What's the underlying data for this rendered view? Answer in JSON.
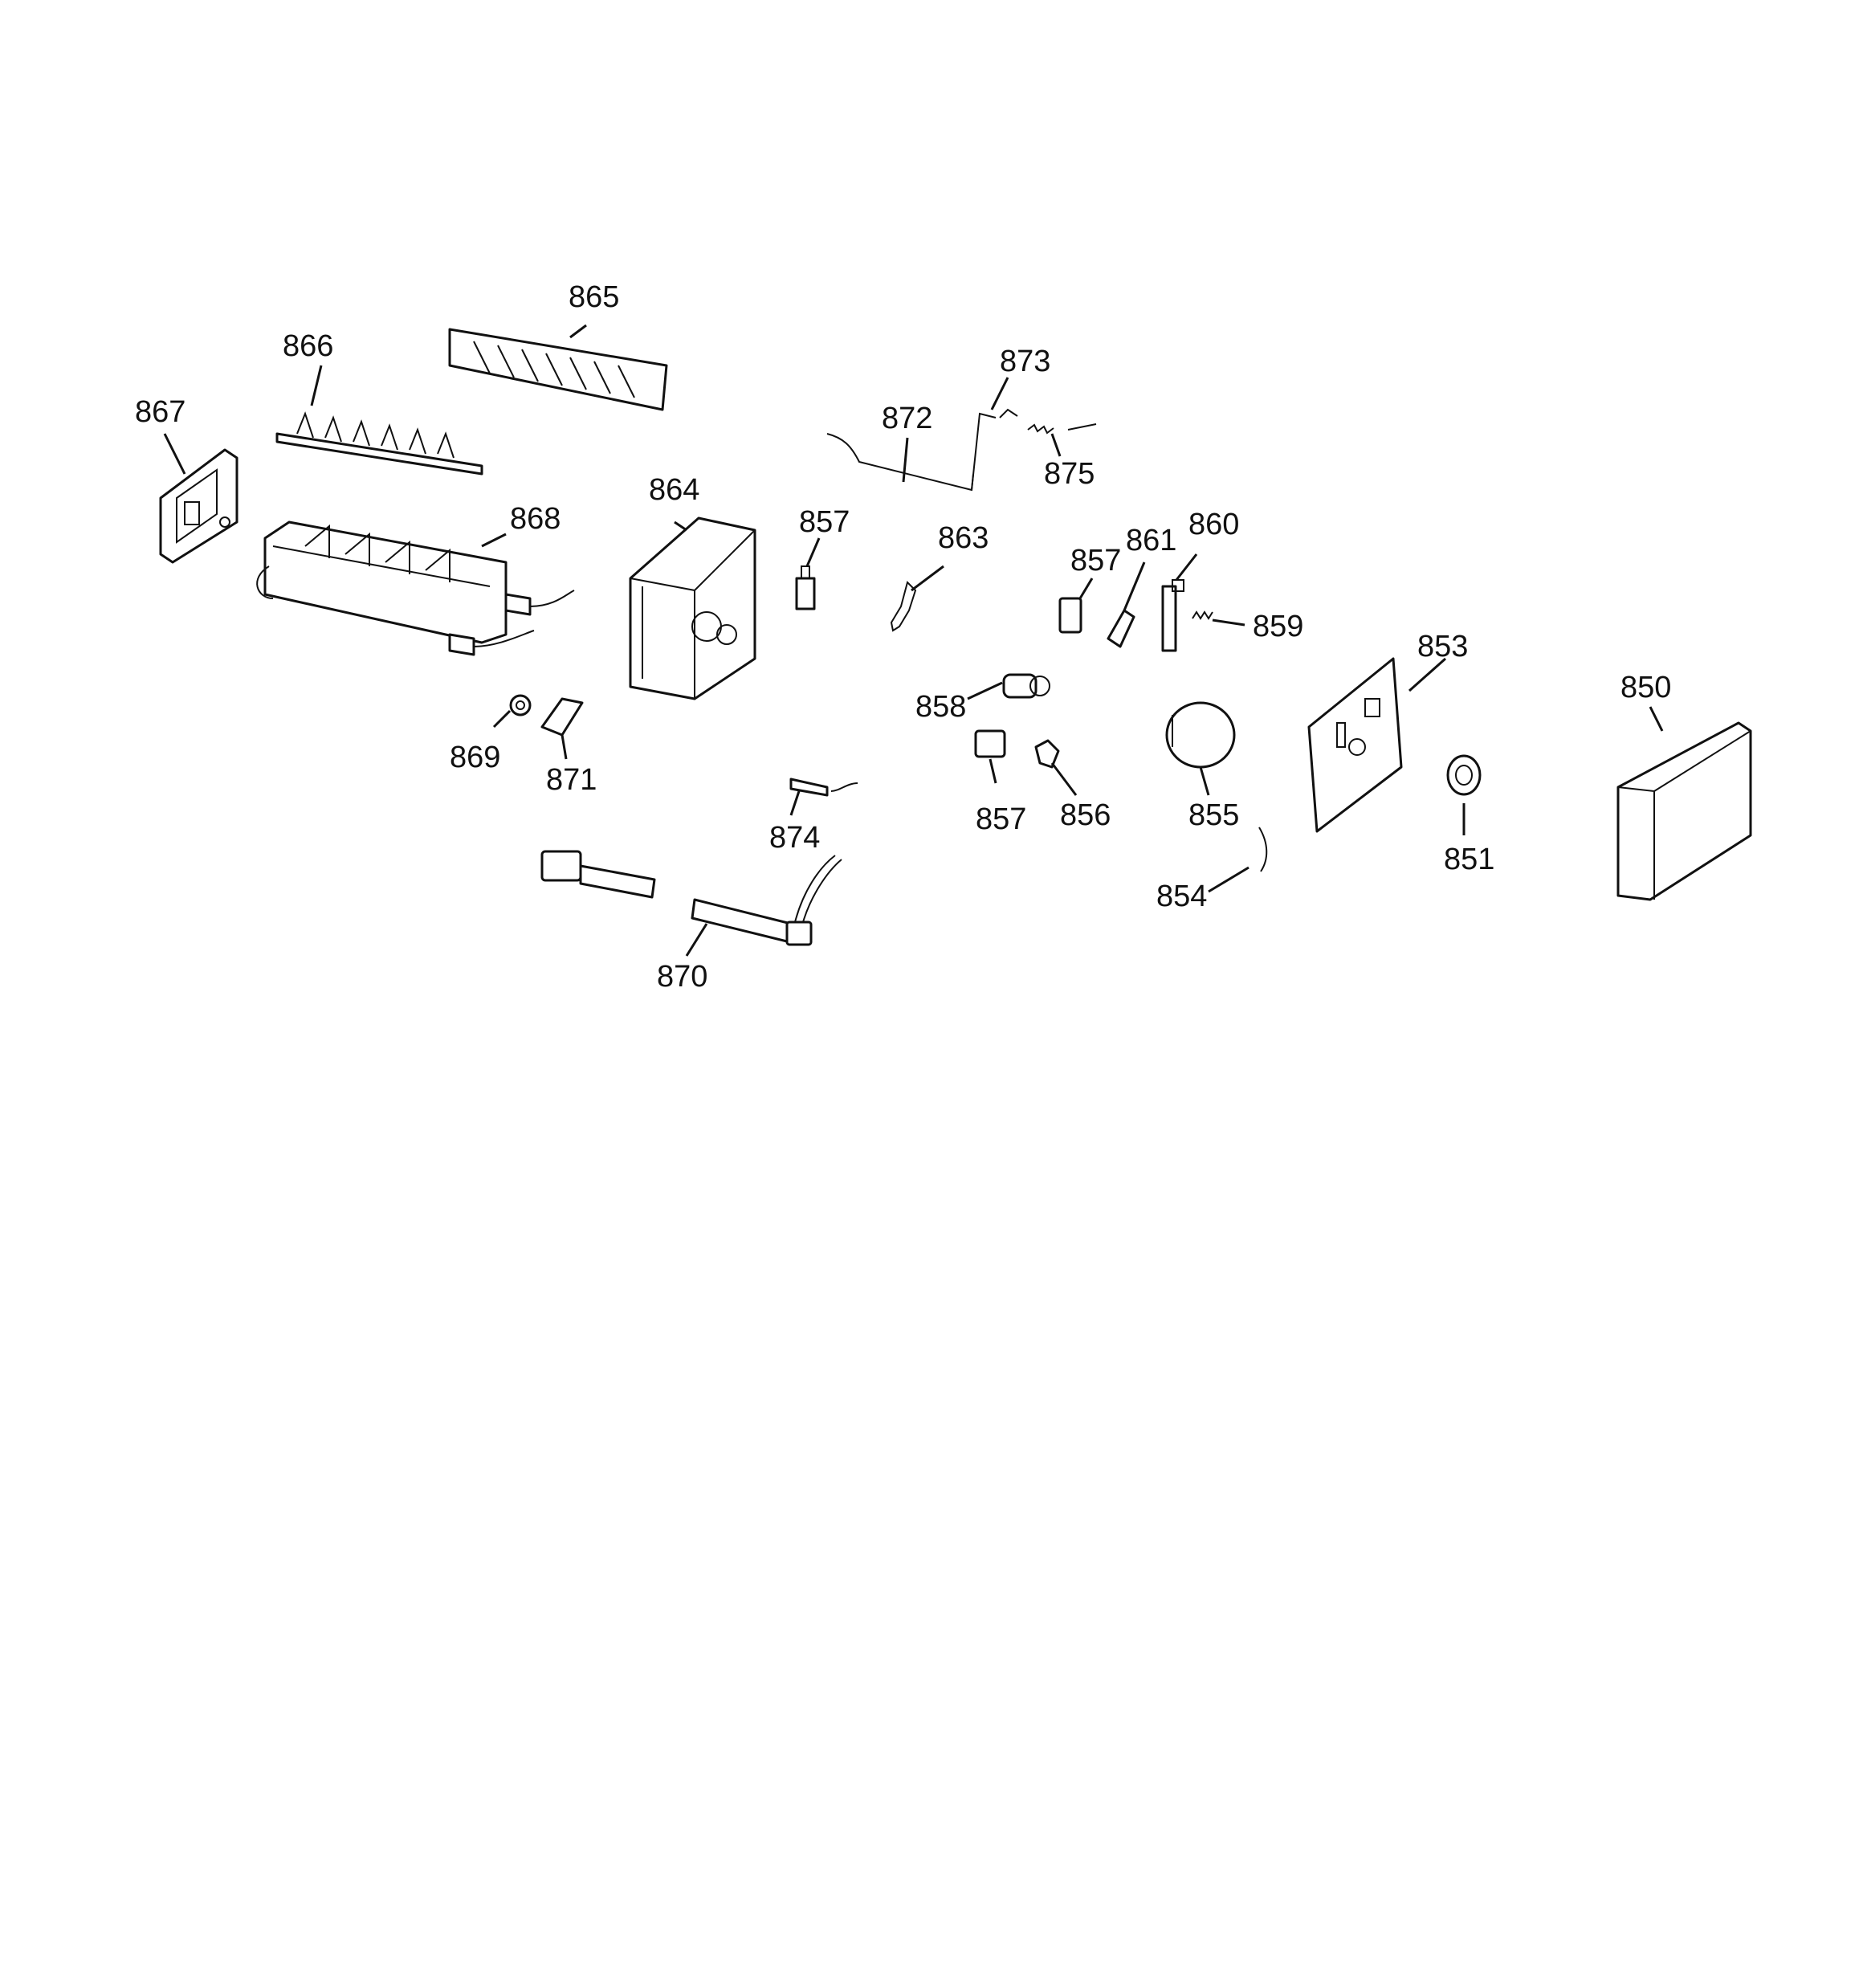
{
  "callouts": [
    {
      "id": "850",
      "label": "850"
    },
    {
      "id": "851",
      "label": "851"
    },
    {
      "id": "853",
      "label": "853"
    },
    {
      "id": "854",
      "label": "854"
    },
    {
      "id": "855",
      "label": "855"
    },
    {
      "id": "856",
      "label": "856"
    },
    {
      "id": "857a",
      "label": "857"
    },
    {
      "id": "857b",
      "label": "857"
    },
    {
      "id": "857c",
      "label": "857"
    },
    {
      "id": "858",
      "label": "858"
    },
    {
      "id": "859",
      "label": "859"
    },
    {
      "id": "860",
      "label": "860"
    },
    {
      "id": "861",
      "label": "861"
    },
    {
      "id": "863",
      "label": "863"
    },
    {
      "id": "864",
      "label": "864"
    },
    {
      "id": "865",
      "label": "865"
    },
    {
      "id": "866",
      "label": "866"
    },
    {
      "id": "867",
      "label": "867"
    },
    {
      "id": "868",
      "label": "868"
    },
    {
      "id": "869",
      "label": "869"
    },
    {
      "id": "870",
      "label": "870"
    },
    {
      "id": "871",
      "label": "871"
    },
    {
      "id": "872",
      "label": "872"
    },
    {
      "id": "873",
      "label": "873"
    },
    {
      "id": "874",
      "label": "874"
    },
    {
      "id": "875",
      "label": "875"
    }
  ]
}
